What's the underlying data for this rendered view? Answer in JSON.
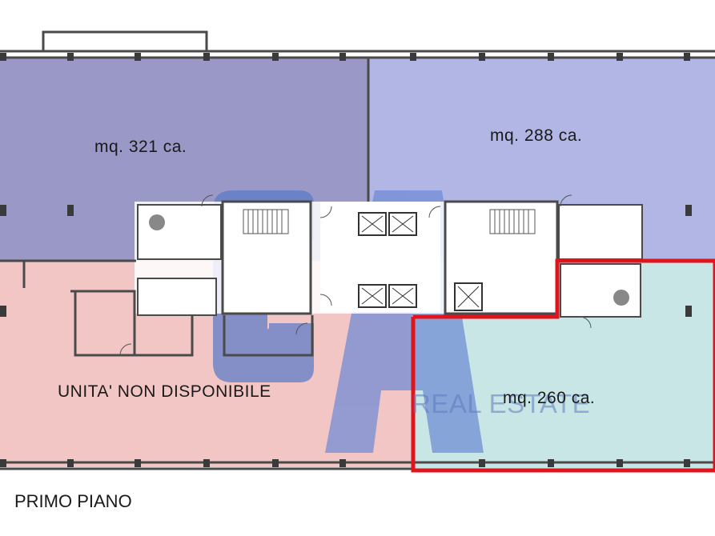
{
  "areas": {
    "north_west": "mq. 321 ca.",
    "north_east": "mq. 288 ca.",
    "south_east": "mq. 260 ca.",
    "south_west": "UNITA' NON DISPONIBILE"
  },
  "floor_label": "PRIMO PIANO",
  "watermark": {
    "logo": "CA",
    "text": "REAL ESTATE"
  },
  "colors": {
    "zone_nw": "#9a98c6",
    "zone_ne": "#b2b6e4",
    "zone_sw": "#f3c6c6",
    "zone_se": "#c9e6e6",
    "highlight_outline": "#e0141c",
    "wall": "#4a4a4a"
  }
}
